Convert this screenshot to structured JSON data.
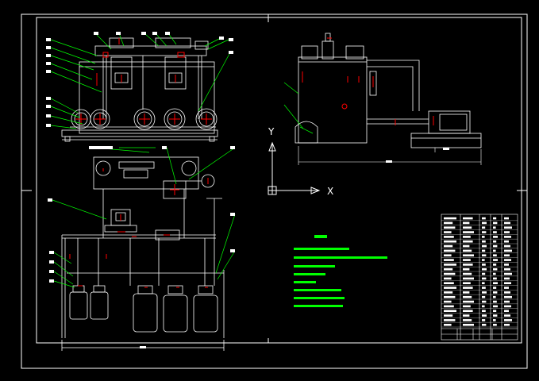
{
  "drawing": {
    "axis_labels": {
      "y": "Y",
      "x": "X"
    },
    "colors": {
      "background": "#000000",
      "outline": "#ffffff",
      "leader": "#00ff00",
      "detail": "#ff0000",
      "note": "#00ff00"
    },
    "notes_panel": {
      "line_count": 8
    },
    "title_block": {
      "row_count": 24
    }
  }
}
